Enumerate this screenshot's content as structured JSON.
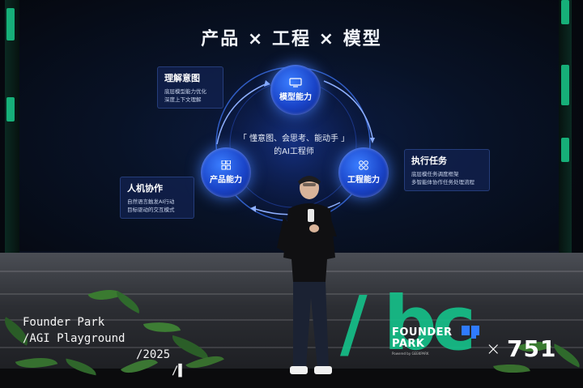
{
  "slide": {
    "title": "产品 × 工程 × 模型",
    "center_line1": "「 懂意图、会思考、能动手 」",
    "center_line2": "的AI工程师",
    "nodes": {
      "model": "模型能力",
      "product": "产品能力",
      "engineering": "工程能力"
    },
    "cards": {
      "intent": {
        "title": "理解意图",
        "line1": "底层模型能力优化",
        "line2": "深度上下文理解"
      },
      "collab": {
        "title": "人机协作",
        "line1": "自然语言触发AI行动",
        "line2": "目标驱动的交互模式"
      },
      "execute": {
        "title": "执行任务",
        "line1": "底层模任务调度框架",
        "line2": "多智能体协作任务处理流程"
      }
    }
  },
  "logos": {
    "founder_park_line1": "Founder Park",
    "founder_park_line2": "/AGI Playground",
    "founder_park_line3": "/2025",
    "founder_park_line4": "/▌",
    "brand_line1": "FOUNDER",
    "brand_line2": "PARK",
    "brand_powered": "Powered by GEEKPARK",
    "brand_x": "×",
    "brand_751": "751"
  },
  "colors": {
    "node_blue": "#2a5cf0",
    "accent_green": "#15c28a",
    "screen_bg": "#081226"
  }
}
